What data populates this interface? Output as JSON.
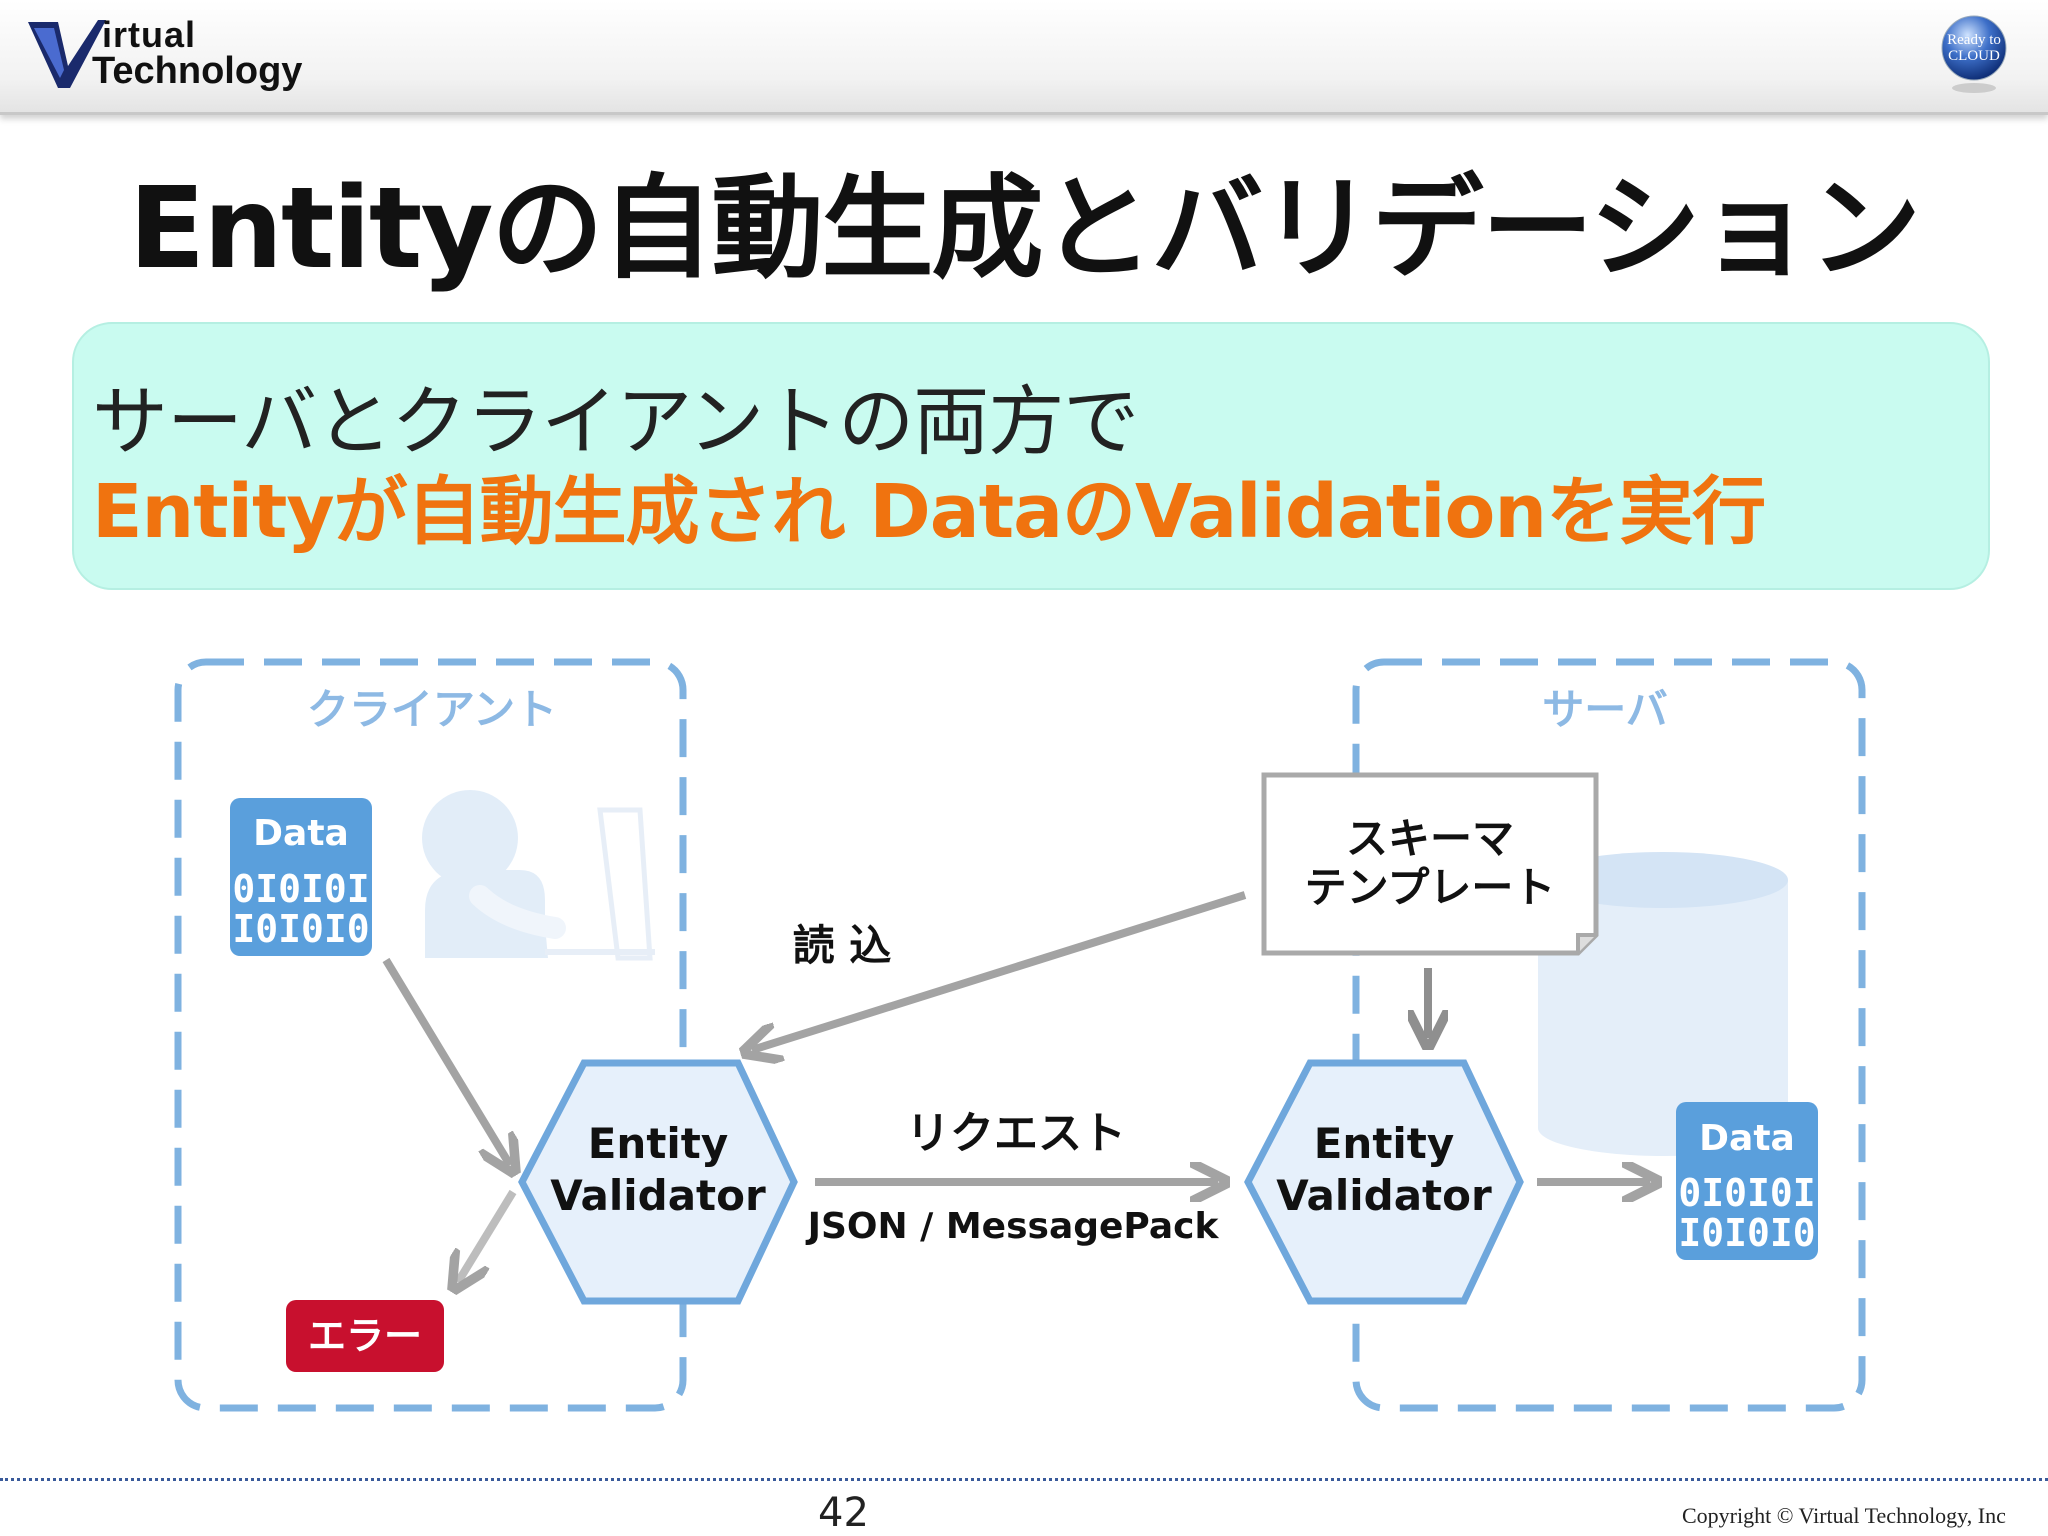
{
  "header": {
    "logo_line1": "irtual",
    "logo_line2": "Technology",
    "badge_line1": "Ready to",
    "badge_line2": "CLOUD"
  },
  "title": "Entityの自動生成とバリデーション",
  "panel": {
    "line1": "サーバとクライアントの両方で",
    "line2": "Entityが自動生成され DataのValidationを実行"
  },
  "diagram": {
    "client_label": "クライアント",
    "server_label": "サーバ",
    "data_label": "Data",
    "binary_row1": "0I0I0I",
    "binary_row2": "I0I0I0",
    "schema_line1": "スキーマ",
    "schema_line2": "テンプレート",
    "load_label": "読 込",
    "request_label": "リクエスト",
    "format_label": "JSON / MessagePack",
    "validator_line1": "Entity",
    "validator_line2": "Validator",
    "error_label": "エラー"
  },
  "colors": {
    "dash_blue": "#7fb2e0",
    "hex_fill": "#e6f0fb",
    "hex_stroke": "#6fa7dc",
    "data_blue": "#5a9fdc",
    "arrow_gray": "#a3a3a3",
    "error_red": "#c8102e",
    "accent_orange": "#f0730f",
    "panel_teal": "#c9fbf0"
  },
  "footer": {
    "page_number": "42",
    "copyright": "Copyright © Virtual Technology, Inc"
  }
}
